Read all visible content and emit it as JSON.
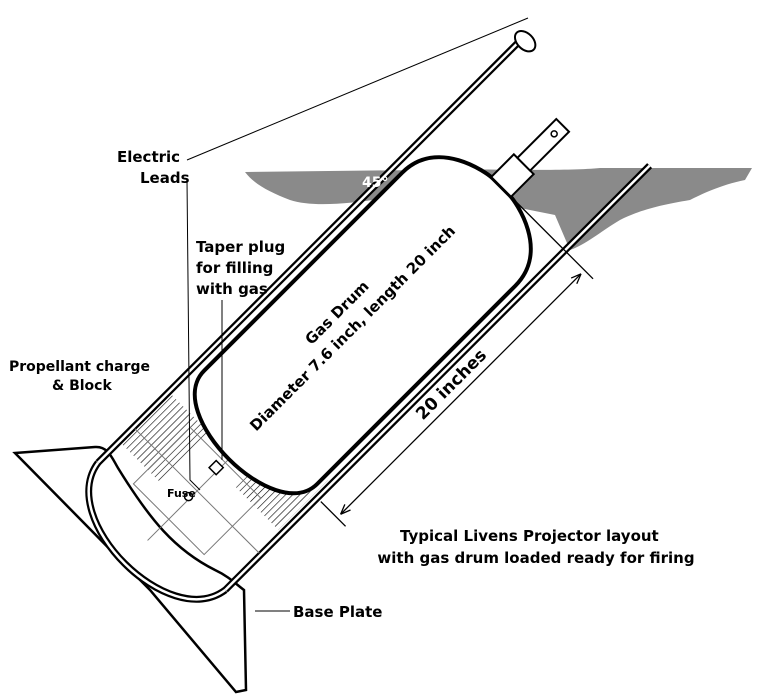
{
  "labels": {
    "electric_leads": [
      "Electric",
      "Leads"
    ],
    "angle": "45°",
    "taper_plug": [
      "Taper plug",
      "for filling",
      "with gas"
    ],
    "propellant": [
      "Propellant charge",
      "& Block"
    ],
    "fuse": "Fuse",
    "drum_title": "Gas Drum",
    "drum_dims": "Diameter 7.6 inch, length 20 inch",
    "length": "20 inches",
    "caption": [
      "Typical Livens Projector layout",
      "with gas drum loaded ready for firing"
    ],
    "base_plate": "Base Plate"
  },
  "colors": {
    "ground": "#8a8a8a",
    "ink": "#000000"
  }
}
